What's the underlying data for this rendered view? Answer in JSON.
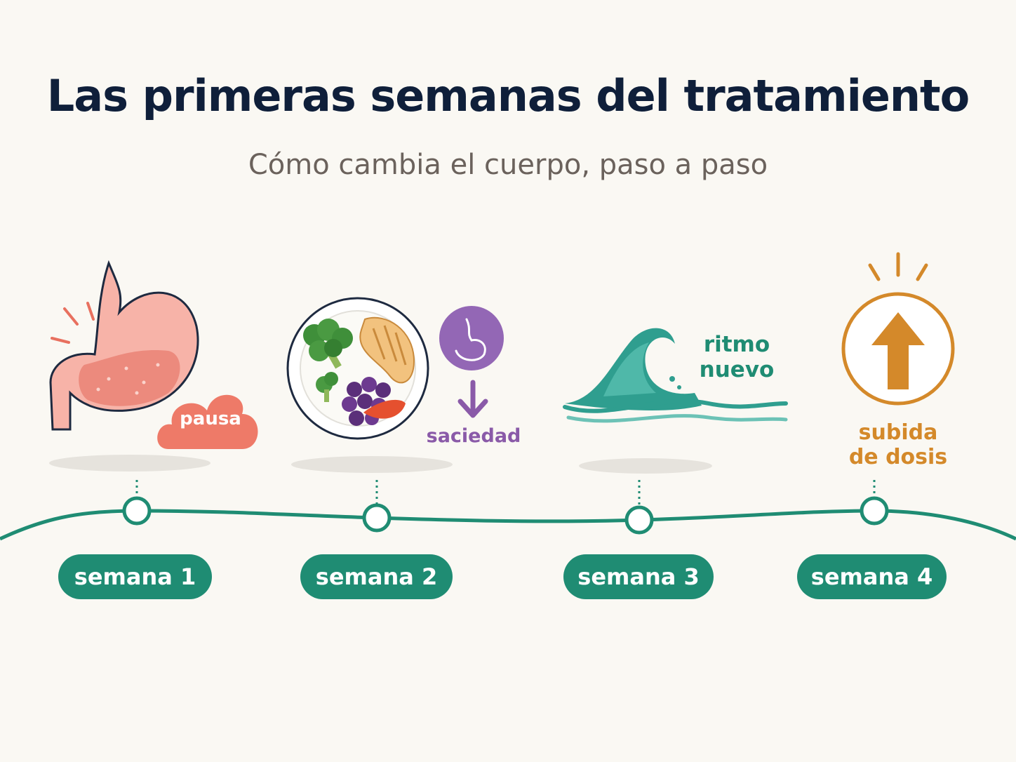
{
  "title": "Las primeras semanas del tratamiento",
  "subtitle": "Cómo cambia el cuerpo, paso a paso",
  "steps": [
    {
      "week": "semana 1",
      "caption": "pausa",
      "icon": "stomach-icon",
      "color": "#e8705f"
    },
    {
      "week": "semana 2",
      "caption": "saciedad",
      "icon": "plate-icon",
      "color": "#8a5aa8"
    },
    {
      "week": "semana 3",
      "caption_line1": "ritmo",
      "caption_line2": "nuevo",
      "icon": "wave-icon",
      "color": "#1f8c73"
    },
    {
      "week": "semana 4",
      "caption_line1": "subida",
      "caption_line2": "de dosis",
      "icon": "up-arrow-icon",
      "color": "#d4892a"
    }
  ],
  "colors": {
    "timeline": "#1f8c73",
    "title": "#0f1f3a",
    "background": "#faf8f3"
  }
}
